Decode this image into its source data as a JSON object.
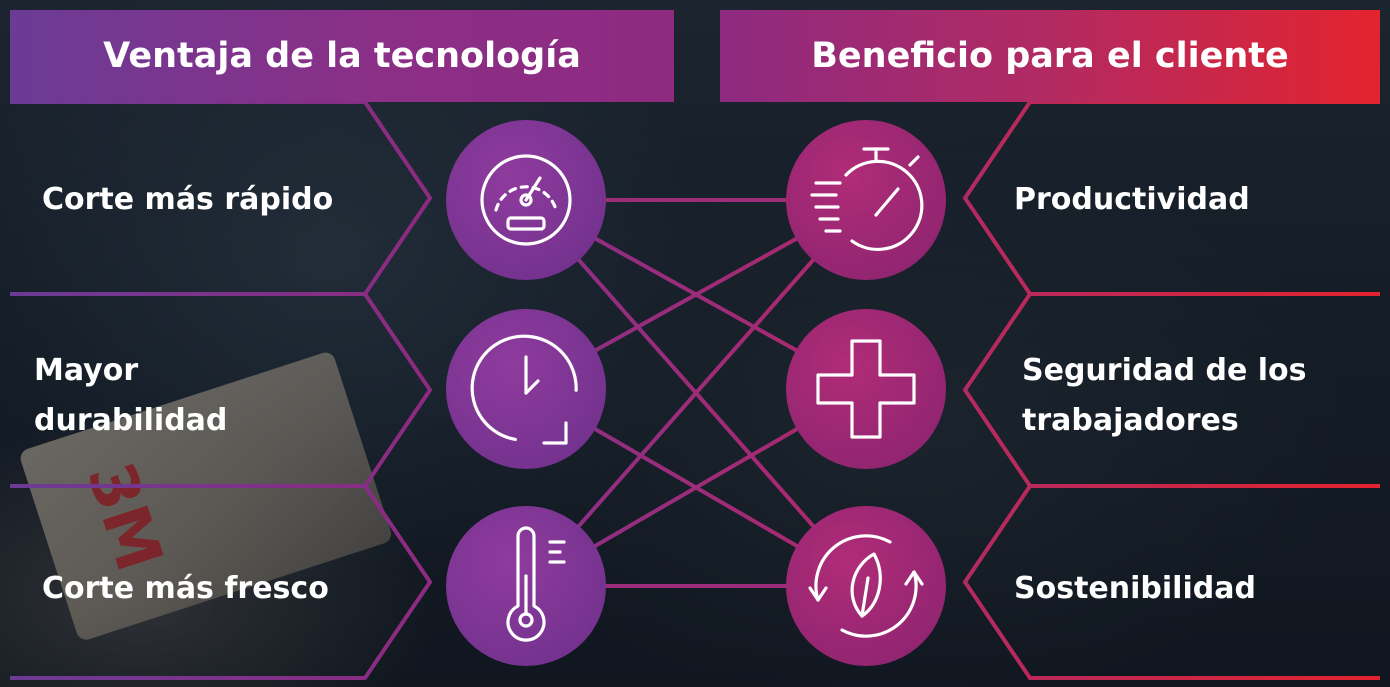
{
  "headers": {
    "technology": "Ventaja de la tecnología",
    "customer": "Beneficio para el cliente"
  },
  "technology_items": [
    {
      "label": "Corte más rápido",
      "icon": "speedometer-icon"
    },
    {
      "label": "Mayor\ndurabilidad",
      "icon": "clock-cycle-icon"
    },
    {
      "label": "Corte más fresco",
      "icon": "thermometer-icon"
    }
  ],
  "benefit_items": [
    {
      "label": "Productividad",
      "icon": "stopwatch-icon"
    },
    {
      "label": "Seguridad de los\ntrabajadores",
      "icon": "plus-cross-icon"
    },
    {
      "label": "Sostenibilidad",
      "icon": "leaf-recycle-icon"
    }
  ],
  "connections": [
    {
      "from": "Corte más rápido",
      "to": "Productividad"
    },
    {
      "from": "Corte más rápido",
      "to": "Seguridad de los trabajadores"
    },
    {
      "from": "Corte más rápido",
      "to": "Sostenibilidad"
    },
    {
      "from": "Mayor durabilidad",
      "to": "Productividad"
    },
    {
      "from": "Mayor durabilidad",
      "to": "Sostenibilidad"
    },
    {
      "from": "Corte más fresco",
      "to": "Productividad"
    },
    {
      "from": "Corte más fresco",
      "to": "Seguridad de los trabajadores"
    },
    {
      "from": "Corte más fresco",
      "to": "Sostenibilidad"
    }
  ],
  "colors": {
    "purple": "#7a3a93",
    "magenta": "#8e2a80",
    "red": "#e3232e",
    "circle_left": "#7b3592",
    "circle_right": "#a02a70",
    "text": "#ffffff"
  }
}
